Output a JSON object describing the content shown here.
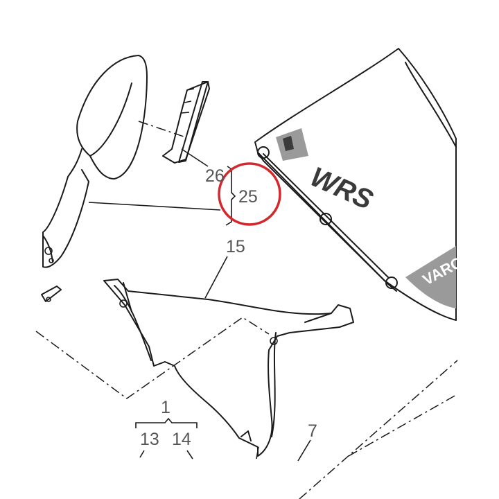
{
  "callouts": {
    "c26": "26",
    "c25": "25",
    "c15": "15",
    "c1": "1",
    "c13": "13",
    "c14": "14",
    "c7": "7"
  },
  "decals": {
    "brand": "VARO",
    "series": "WRS"
  },
  "colors": {
    "highlight": "#d4282f",
    "grey_part": "#9a9a9a",
    "dark_part": "#3a3a3a",
    "label": "#555555"
  }
}
